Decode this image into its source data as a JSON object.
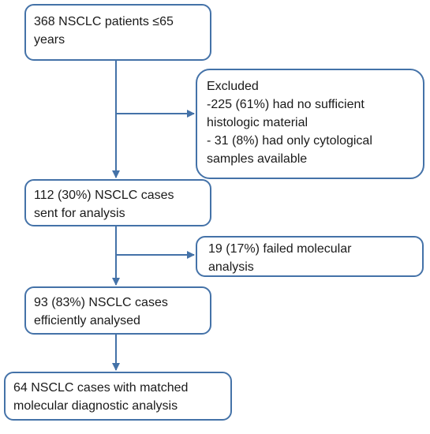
{
  "diagram": {
    "colors": {
      "stroke": "#4472a8",
      "text": "#1a1a1a",
      "background": "#ffffff"
    },
    "boxes": {
      "start": "368 NSCLC patients ≤65\nyears",
      "excluded": "Excluded\n-225 (61%) had no sufficient\nhistologic material\n- 31 (8%) had only cytological\nsamples available",
      "sent": "112 (30%) NSCLC cases\nsent for analysis",
      "failed": "19 (17%) failed molecular\nanalysis",
      "analysed": "93 (83%) NSCLC cases\nefficiently analysed",
      "matched": "64 NSCLC cases with matched\nmolecular diagnostic analysis"
    }
  }
}
